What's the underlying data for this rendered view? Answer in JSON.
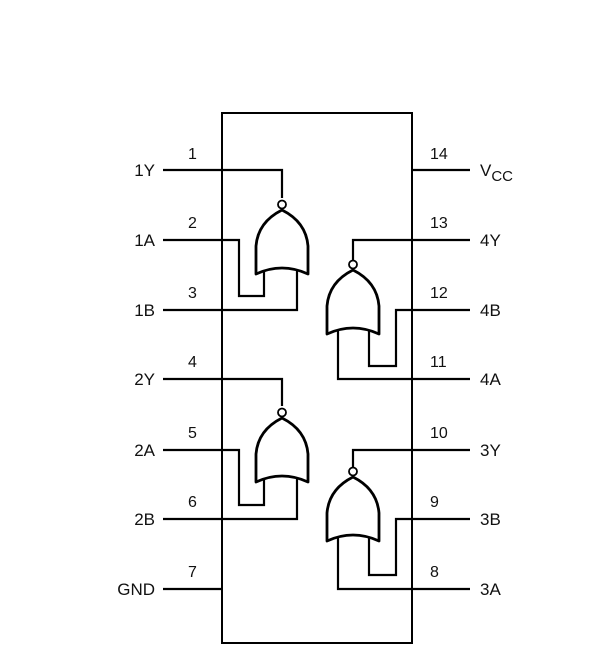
{
  "pins": {
    "p1": {
      "number": "1",
      "name": "1Y"
    },
    "p2": {
      "number": "2",
      "name": "1A"
    },
    "p3": {
      "number": "3",
      "name": "1B"
    },
    "p4": {
      "number": "4",
      "name": "2Y"
    },
    "p5": {
      "number": "5",
      "name": "2A"
    },
    "p6": {
      "number": "6",
      "name": "2B"
    },
    "p7": {
      "number": "7",
      "name": "GND"
    },
    "p8": {
      "number": "8",
      "name": "3A"
    },
    "p9": {
      "number": "9",
      "name": "3B"
    },
    "p10": {
      "number": "10",
      "name": "3Y"
    },
    "p11": {
      "number": "11",
      "name": "4A"
    },
    "p12": {
      "number": "12",
      "name": "4B"
    },
    "p13": {
      "number": "13",
      "name": "4Y"
    },
    "p14": {
      "number": "14",
      "name_main": "V",
      "name_sub": "CC"
    }
  },
  "gates": [
    "gate-1",
    "gate-2",
    "gate-3",
    "gate-4"
  ],
  "colors": {
    "ink": "#000000",
    "background": "#ffffff"
  }
}
